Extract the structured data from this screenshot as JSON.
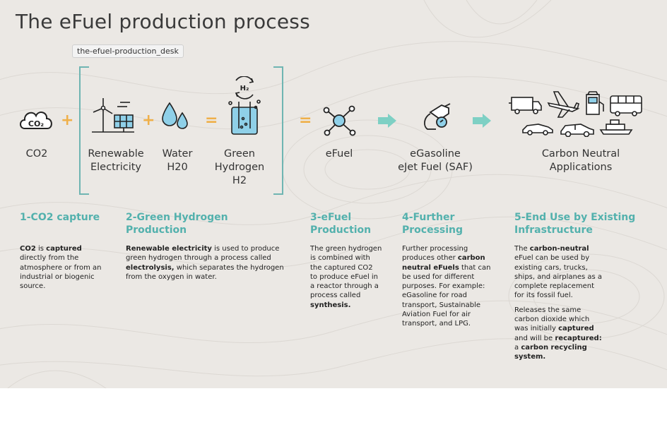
{
  "title": "The eFuel production process",
  "tooltip": "the-efuel-production_desk",
  "operators": {
    "plus": "+",
    "equals": "="
  },
  "icons": {
    "co2_badge": "CO₂",
    "h2_badge": "H₂"
  },
  "labels": {
    "co2": "CO2",
    "renewable_1": "Renewable",
    "renewable_2": "Electricity",
    "water_1": "Water",
    "water_2": "H20",
    "green_1": "Green",
    "green_2": "Hydrogen",
    "green_3": "H2",
    "efuel": "eFuel",
    "egasoline_1": "eGasoline",
    "egasoline_2": "eJet Fuel (SAF)",
    "carbon_1": "Carbon Neutral",
    "carbon_2": "Applications"
  },
  "steps": {
    "s1_title_1": "1-CO2 capture",
    "s2_title_1": "2-Green Hydrogen",
    "s2_title_2": "Production",
    "s3_title_1": "3-eFuel",
    "s3_title_2": "Production",
    "s4_title_1": "4-Further",
    "s4_title_2": "Processing",
    "s5_title_1": "5-End Use by Existing",
    "s5_title_2": "Infrastructure"
  },
  "descriptions": {
    "s1": {
      "l1_b": "CO2",
      "l1_t": " is ",
      "l1_b2": "captured",
      "l2": "directly from the",
      "l3": "atmosphere or from an",
      "l4": "industrial or biogenic",
      "l5": "source."
    },
    "s2": {
      "l1_b": "Renewable electricity",
      "l1_t": " is used to produce",
      "l2": "green hydrogen through a process called",
      "l3_b": "electrolysis,",
      "l3_t": " which separates the hydrogen",
      "l4": "from the oxygen in water."
    },
    "s3": {
      "l1": "The green hydrogen",
      "l2": "is combined with",
      "l3": "the captured CO2",
      "l4": "to produce eFuel in",
      "l5": "a reactor through a",
      "l6": "process called",
      "l7_b": "synthesis."
    },
    "s4": {
      "l1": "Further processing",
      "l2_t": "produces other ",
      "l2_b": "carbon",
      "l3_b": "neutral eFuels",
      "l3_t": " that can",
      "l4": "be used for different",
      "l5": "purposes.  For example:",
      "l6": "eGasoline for road",
      "l7": "transport, Sustainable",
      "l8": "Aviation Fuel for air",
      "l9": "transport, and LPG."
    },
    "s5": {
      "l1_t": "The ",
      "l1_b": "carbon-neutral",
      "l2": "eFuel can be used by",
      "l3": "existing cars, trucks,",
      "l4": "ships, and airplanes as a",
      "l5": "complete replacement",
      "l6": "for its fossil fuel.",
      "l7": "Releases the same",
      "l8": "carbon dioxide which",
      "l9_t": "was initially ",
      "l9_b": "captured",
      "l10_t": "and will be ",
      "l10_b": "recaptured:",
      "l11_t": "a ",
      "l11_b": "carbon recycling",
      "l12_b": "system."
    }
  },
  "colors": {
    "background": "#ebe8e4",
    "teal": "#53b1ad",
    "orange": "#efb04a",
    "bracket": "#6fb5b2",
    "icon_fill": "#8fd0e8"
  }
}
